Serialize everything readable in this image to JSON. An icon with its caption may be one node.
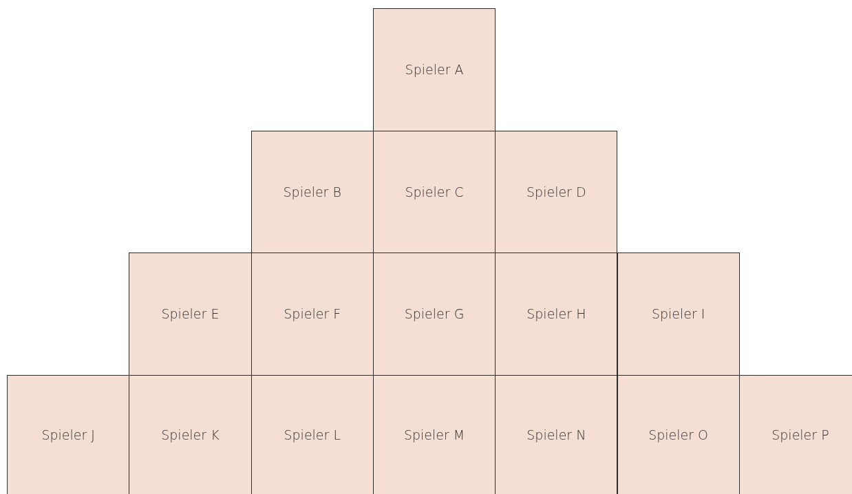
{
  "diagram": {
    "nodes": [
      {
        "text": [
          "Spieler A"
        ]
      },
      {
        "text": [
          "Spieler B"
        ]
      },
      {
        "text": [
          "Spieler C"
        ]
      },
      {
        "text": [
          "Spieler D"
        ]
      },
      {
        "text": [
          "Spieler E"
        ]
      },
      {
        "text": [
          "Spieler F"
        ]
      },
      {
        "text": [
          "Spieler G"
        ]
      },
      {
        "text": [
          "Spieler H"
        ]
      },
      {
        "text": [
          "Spieler I"
        ]
      },
      {
        "text": [
          "Spieler J"
        ]
      },
      {
        "text": [
          "Spieler K"
        ]
      },
      {
        "text": [
          "Spieler L"
        ]
      },
      {
        "text": [
          "Spieler M"
        ]
      },
      {
        "text": [
          "Spieler N"
        ]
      },
      {
        "text": [
          "Spieler O"
        ]
      },
      {
        "text": [
          "Spieler P"
        ]
      }
    ]
  }
}
